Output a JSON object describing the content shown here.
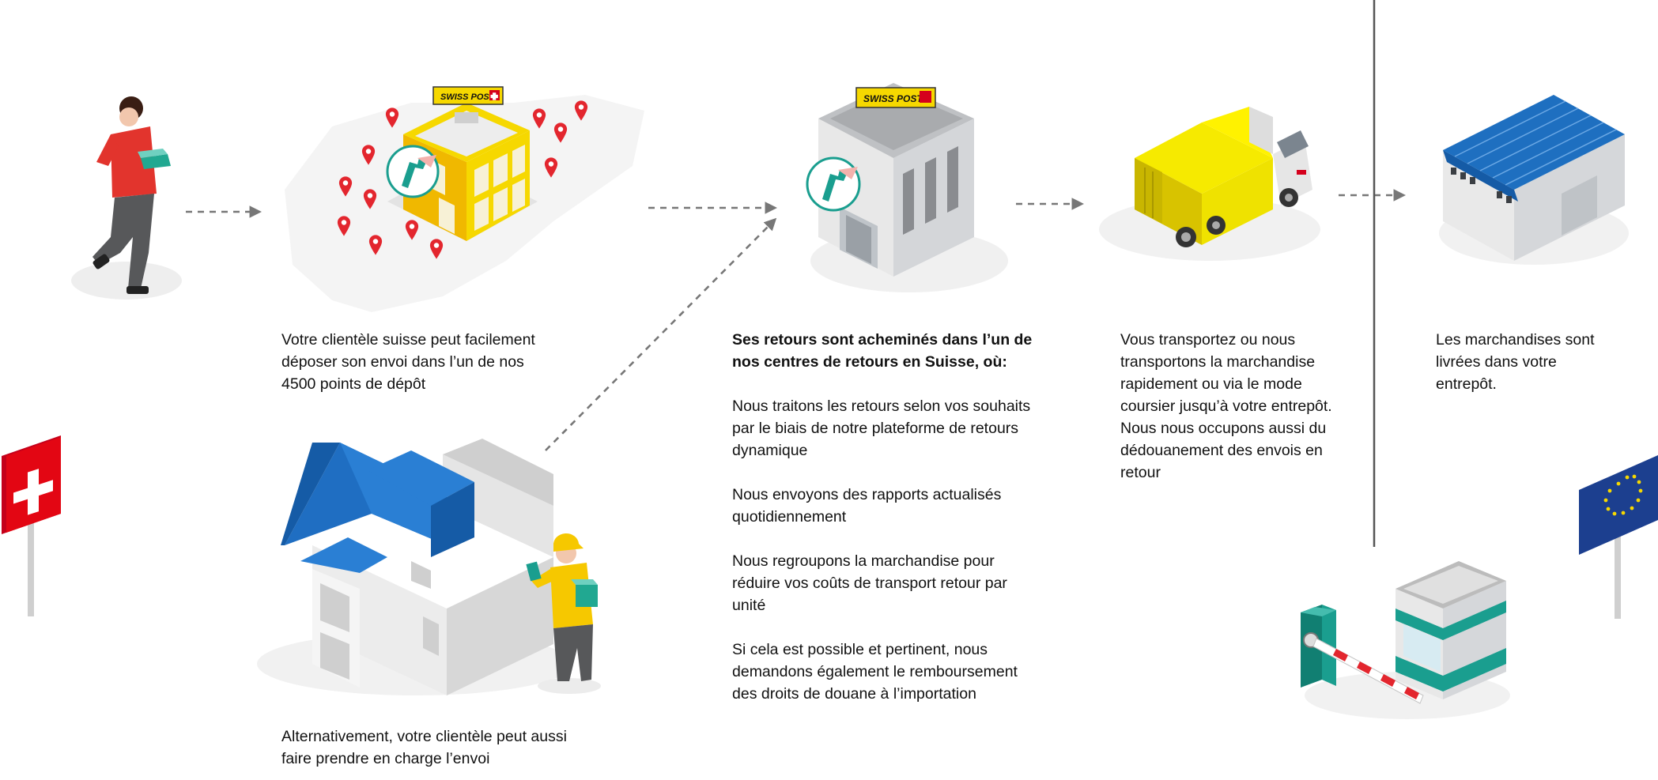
{
  "brand": {
    "label": "SWISS POST",
    "yellow": "#f6d800",
    "red": "#d5001c",
    "blue": "#1c6fc2",
    "teal": "#1a9e8f"
  },
  "steps": [
    {
      "text": [
        "Votre clientèle suisse peut facilement",
        "déposer son envoi dans l’un de nos",
        "4500 points de dépôt"
      ]
    },
    {
      "text": [
        "Alternativement, votre clientèle peut aussi",
        "faire prendre en charge l’envoi"
      ]
    },
    {
      "heading": [
        "Ses retours sont acheminés dans l’un de",
        "nos centres de retours en Suisse, où:"
      ],
      "items": [
        [
          "Nous traitons les retours selon vos souhaits",
          "par le biais de notre plateforme de retours",
          "dynamique"
        ],
        [
          "Nous envoyons des rapports actualisés",
          "quotidiennement"
        ],
        [
          "Nous regroupons la marchandise pour",
          "réduire vos coûts de transport retour par",
          "unité"
        ],
        [
          "Si cela est possible et pertinent, nous",
          "demandons également le remboursement",
          "des droits de douane à l’importation"
        ]
      ]
    },
    {
      "text": [
        "Vous transportez ou nous",
        "transportons la marchandise",
        "rapidement ou via le mode",
        "coursier jusqu’à votre entrepôt.",
        "Nous nous occupons aussi du",
        "dédouanement des envois en",
        "retour"
      ]
    },
    {
      "text": [
        "Les marchandises sont",
        "livrées dans votre",
        "entrepôt."
      ]
    }
  ],
  "icons": [
    "person-customer-icon",
    "post-office-icon",
    "map-pin-icon",
    "swiss-flag-icon",
    "house-icon",
    "courier-icon",
    "returns-center-icon",
    "truck-icon",
    "warehouse-icon",
    "customs-barrier-icon",
    "eu-flag-icon",
    "arrow-icon"
  ]
}
